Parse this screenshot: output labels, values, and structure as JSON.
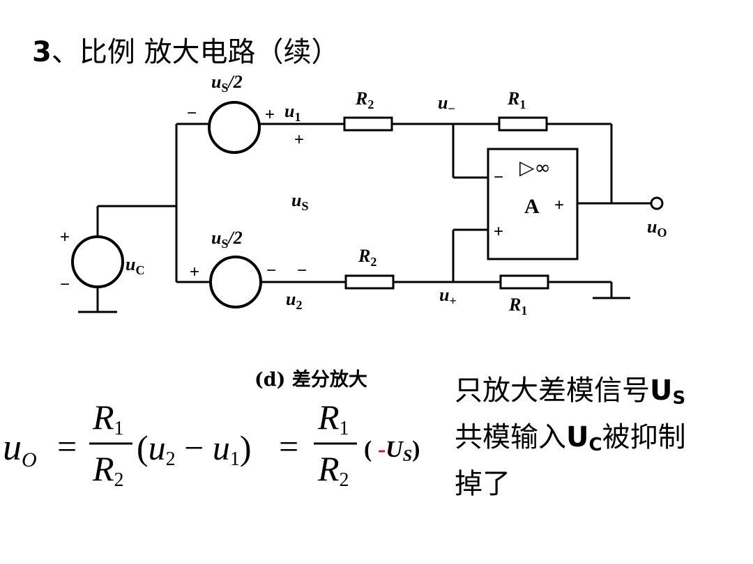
{
  "title": {
    "number": "3",
    "text": "、比例 放大电路（续）"
  },
  "circuit": {
    "source_top_label": "us/2",
    "source_bottom_label": "us/2",
    "vc_label": "uC",
    "us_label": "uS",
    "u1_label": "u1",
    "u2_label": "u2",
    "uminus_label": "u−",
    "uplus_label": "u+",
    "r2_top": "R2",
    "r2_bottom": "R2",
    "r1_top": "R1",
    "r1_bottom": "R1",
    "uo_label": "uO",
    "opamp_name": "A",
    "opamp_gain": "▷∞",
    "plus": "+",
    "minus": "−"
  },
  "caption": "(d)  差分放大",
  "formula": {
    "lhs": "uO",
    "eq": "=",
    "frac_num": "R1",
    "frac_den": "R2",
    "paren_expr": "(u2 − u1)",
    "rhs_term": "-US"
  },
  "note": {
    "line1_text": "只放大差模信号",
    "line1_sym": "U",
    "line1_sub": "S",
    "line2_text_a": "共模输入",
    "line2_sym": "U",
    "line2_sub": "C",
    "line2_text_b": "被抑制",
    "line3_text": "掉了"
  },
  "colors": {
    "accent_minus": "#cc0066",
    "ink": "#000000"
  }
}
